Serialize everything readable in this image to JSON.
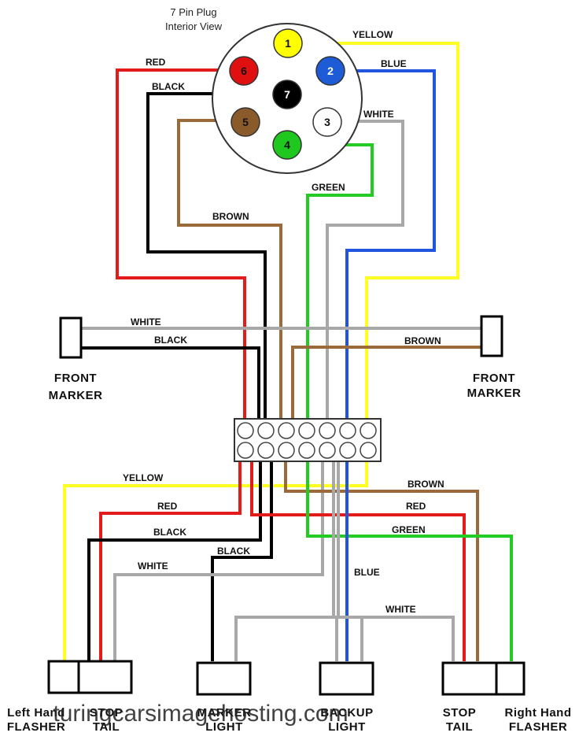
{
  "plug": {
    "title_line1": "7 Pin Plug",
    "title_line2": "Interior View",
    "pins": [
      {
        "num": "1",
        "color": "#ffff00",
        "text_color": "#111111"
      },
      {
        "num": "2",
        "color": "#1e5bd6",
        "text_color": "#ffffff"
      },
      {
        "num": "3",
        "color": "#ffffff",
        "text_color": "#111111"
      },
      {
        "num": "4",
        "color": "#1ec81e",
        "text_color": "#111111"
      },
      {
        "num": "5",
        "color": "#8b5a2b",
        "text_color": "#111111"
      },
      {
        "num": "6",
        "color": "#e01010",
        "text_color": "#111111"
      },
      {
        "num": "7",
        "color": "#000000",
        "text_color": "#ffffff"
      }
    ]
  },
  "wire_colors": {
    "red": "#e41b1b",
    "yellow": "#ffff22",
    "blue": "#2255dd",
    "white": "#a8a8a8",
    "black": "#000000",
    "brown": "#9a6a3a",
    "green": "#22cc22"
  },
  "wire_labels": {
    "yellow_top": "YELLOW",
    "blue_top": "BLUE",
    "white_top": "WHITE",
    "red_top": "RED",
    "black_top": "BLACK",
    "green_top": "GREEN",
    "brown_top": "BROWN",
    "white_marker": "WHITE",
    "black_marker": "BLACK",
    "brown_marker": "BROWN",
    "yellow_bottom": "YELLOW",
    "red_bottom_left": "RED",
    "black_bottom_left": "BLACK",
    "black_bottom_mid": "BLACK",
    "white_bottom_left": "WHITE",
    "brown_bottom_right": "BROWN",
    "red_bottom_right": "RED",
    "green_bottom_right": "GREEN",
    "blue_bottom": "BLUE",
    "white_bottom_right": "WHITE"
  },
  "components": {
    "front_marker_left_line1": "FRONT",
    "front_marker_left_line2": "MARKER",
    "front_marker_right_line1": "FRONT",
    "front_marker_right_line2": "MARKER",
    "left_flasher_line1": "Left Hand",
    "left_flasher_line2": "FLASHER",
    "stop_tail_left_line1": "STOP",
    "stop_tail_left_line2": "TAIL",
    "marker_light_line1": "MARKER",
    "marker_light_line2": "LIGHT",
    "backup_light_line1": "BACKUP",
    "backup_light_line2": "LIGHT",
    "stop_tail_right_line1": "STOP",
    "stop_tail_right_line2": "TAIL",
    "right_flasher_line1": "Right Hand",
    "right_flasher_line2": "FLASHER"
  },
  "watermark": "turingcarsimagehosting.com"
}
